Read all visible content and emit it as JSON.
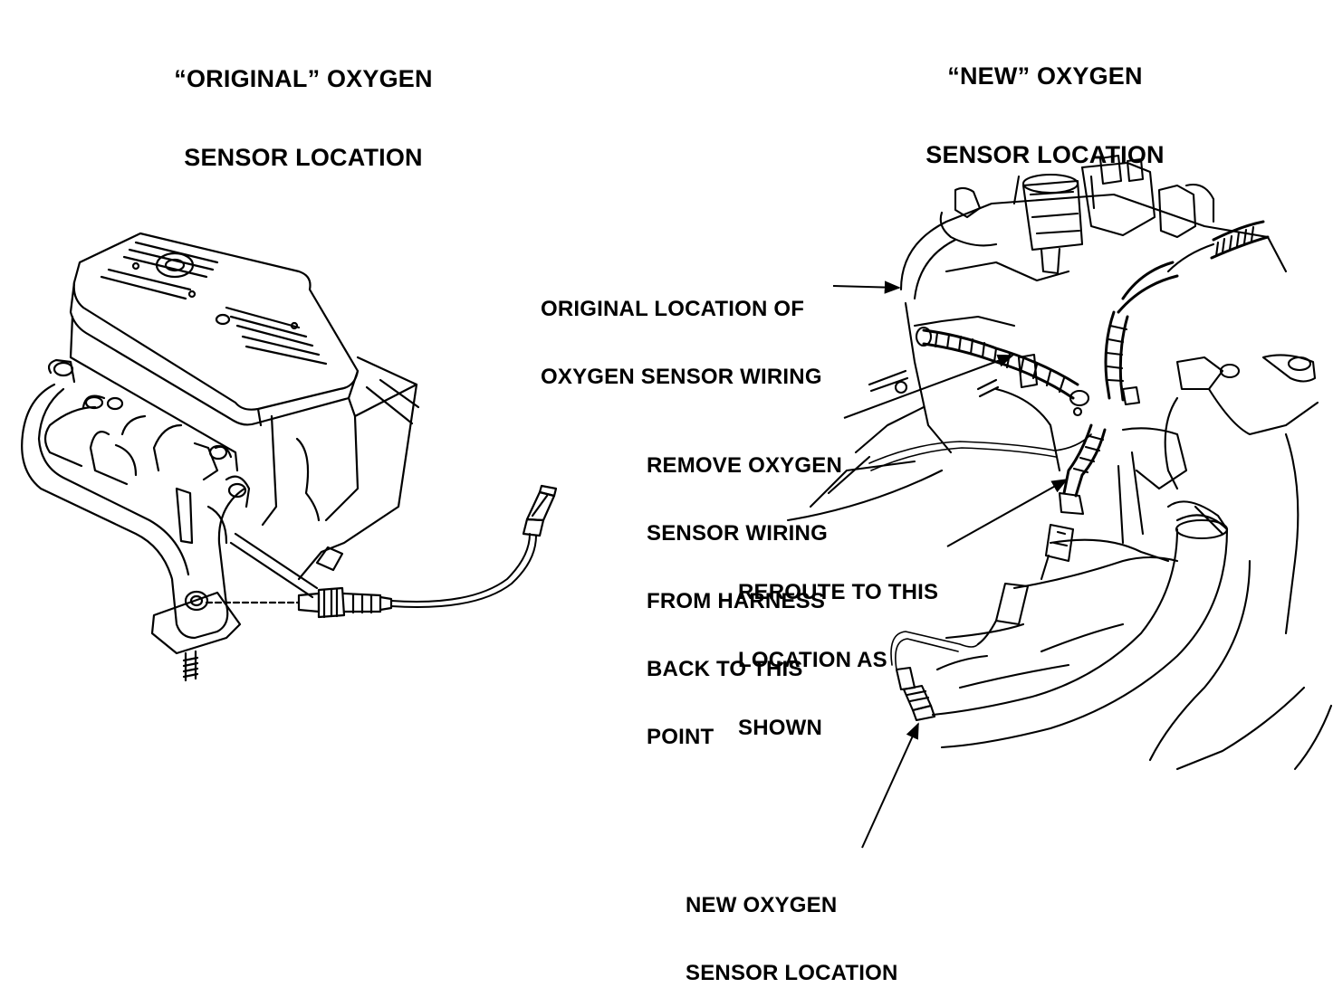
{
  "panels": {
    "original": {
      "title_lines": [
        "“ORIGINAL” OXYGEN",
        "SENSOR LOCATION"
      ]
    },
    "new": {
      "title_lines": [
        "“NEW” OXYGEN",
        "SENSOR LOCATION"
      ]
    }
  },
  "callouts": {
    "original_wiring": {
      "lines": [
        "ORIGINAL LOCATION OF",
        "OXYGEN SENSOR WIRING"
      ]
    },
    "remove_wiring": {
      "lines": [
        "REMOVE OXYGEN",
        "SENSOR WIRING",
        "FROM HARNESS",
        "BACK TO THIS",
        "POINT"
      ]
    },
    "reroute": {
      "lines": [
        "REROUTE TO THIS",
        "LOCATION AS",
        "SHOWN"
      ]
    },
    "new_location": {
      "lines": [
        "NEW OXYGEN",
        "SENSOR LOCATION"
      ]
    }
  }
}
